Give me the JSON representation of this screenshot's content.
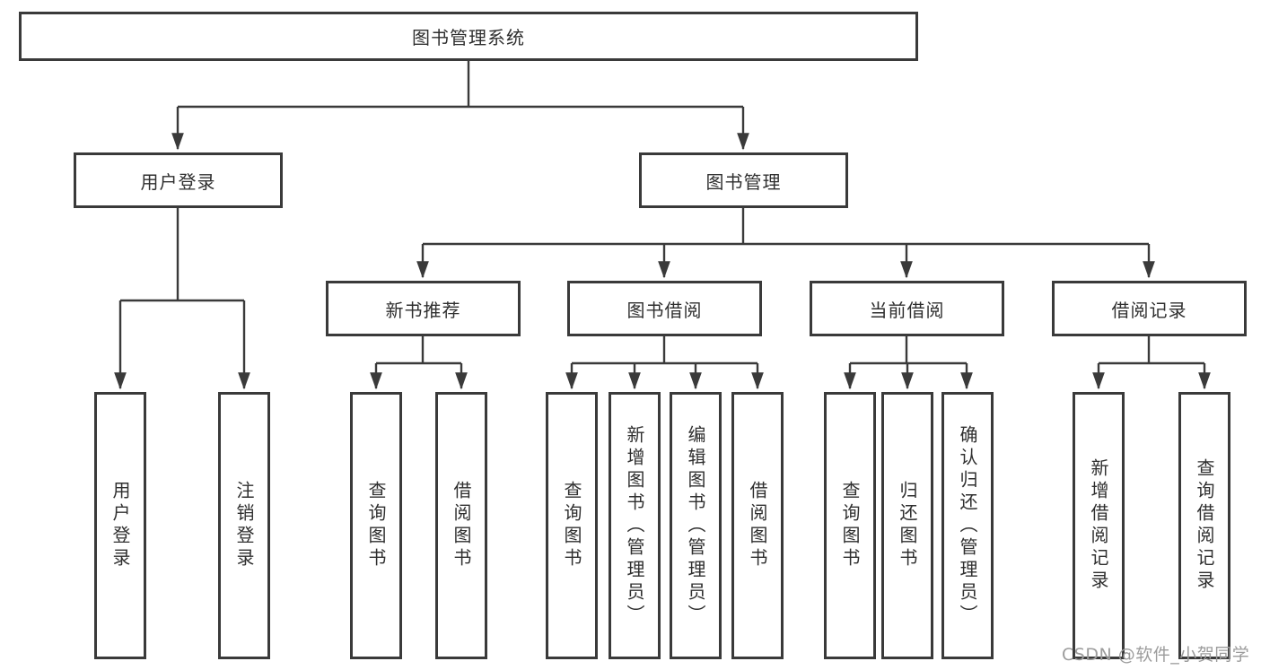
{
  "diagram": {
    "type": "hierarchy-tree",
    "tree": {
      "label": "图书管理系统",
      "children": [
        {
          "label": "用户登录",
          "children": [
            {
              "label": "用户登录"
            },
            {
              "label": "注销登录"
            }
          ]
        },
        {
          "label": "图书管理",
          "children": [
            {
              "label": "新书推荐",
              "children": [
                {
                  "label": "查询图书"
                },
                {
                  "label": "借阅图书"
                }
              ]
            },
            {
              "label": "图书借阅",
              "children": [
                {
                  "label": "查询图书"
                },
                {
                  "label": "新增图书（管理员）"
                },
                {
                  "label": "编辑图书（管理员）"
                },
                {
                  "label": "借阅图书"
                }
              ]
            },
            {
              "label": "当前借阅",
              "children": [
                {
                  "label": "查询图书"
                },
                {
                  "label": "归还图书"
                },
                {
                  "label": "确认归还（管理员）"
                }
              ]
            },
            {
              "label": "借阅记录",
              "children": [
                {
                  "label": "新增借阅记录"
                },
                {
                  "label": "查询借阅记录"
                }
              ]
            }
          ]
        }
      ]
    },
    "colors": {
      "line": "#3a3a3a",
      "text": "#2f2f2f",
      "background": "#ffffff",
      "watermark": "#9c9c9c"
    },
    "watermark": "CSDN @软件_小贺同学"
  }
}
